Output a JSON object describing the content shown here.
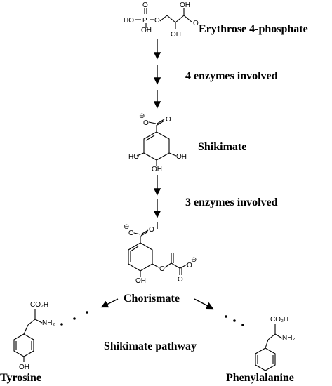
{
  "labels": {
    "e4p": "Erythrose 4-phosphate",
    "enzymes1": "4 enzymes involved",
    "shikimate": "Shikimate",
    "enzymes2": "3 enzymes involved",
    "chorismate": "Chorismate",
    "pathway": "Shikimate pathway",
    "tyrosine": "Tyrosine",
    "phenylalanine": "Phenylalanine"
  },
  "atoms": {
    "o": "O",
    "p": "P",
    "ho": "HO",
    "oh": "OH",
    "minus": "⊖",
    "co2h": "CO₂H",
    "nh2": "NH₂"
  }
}
